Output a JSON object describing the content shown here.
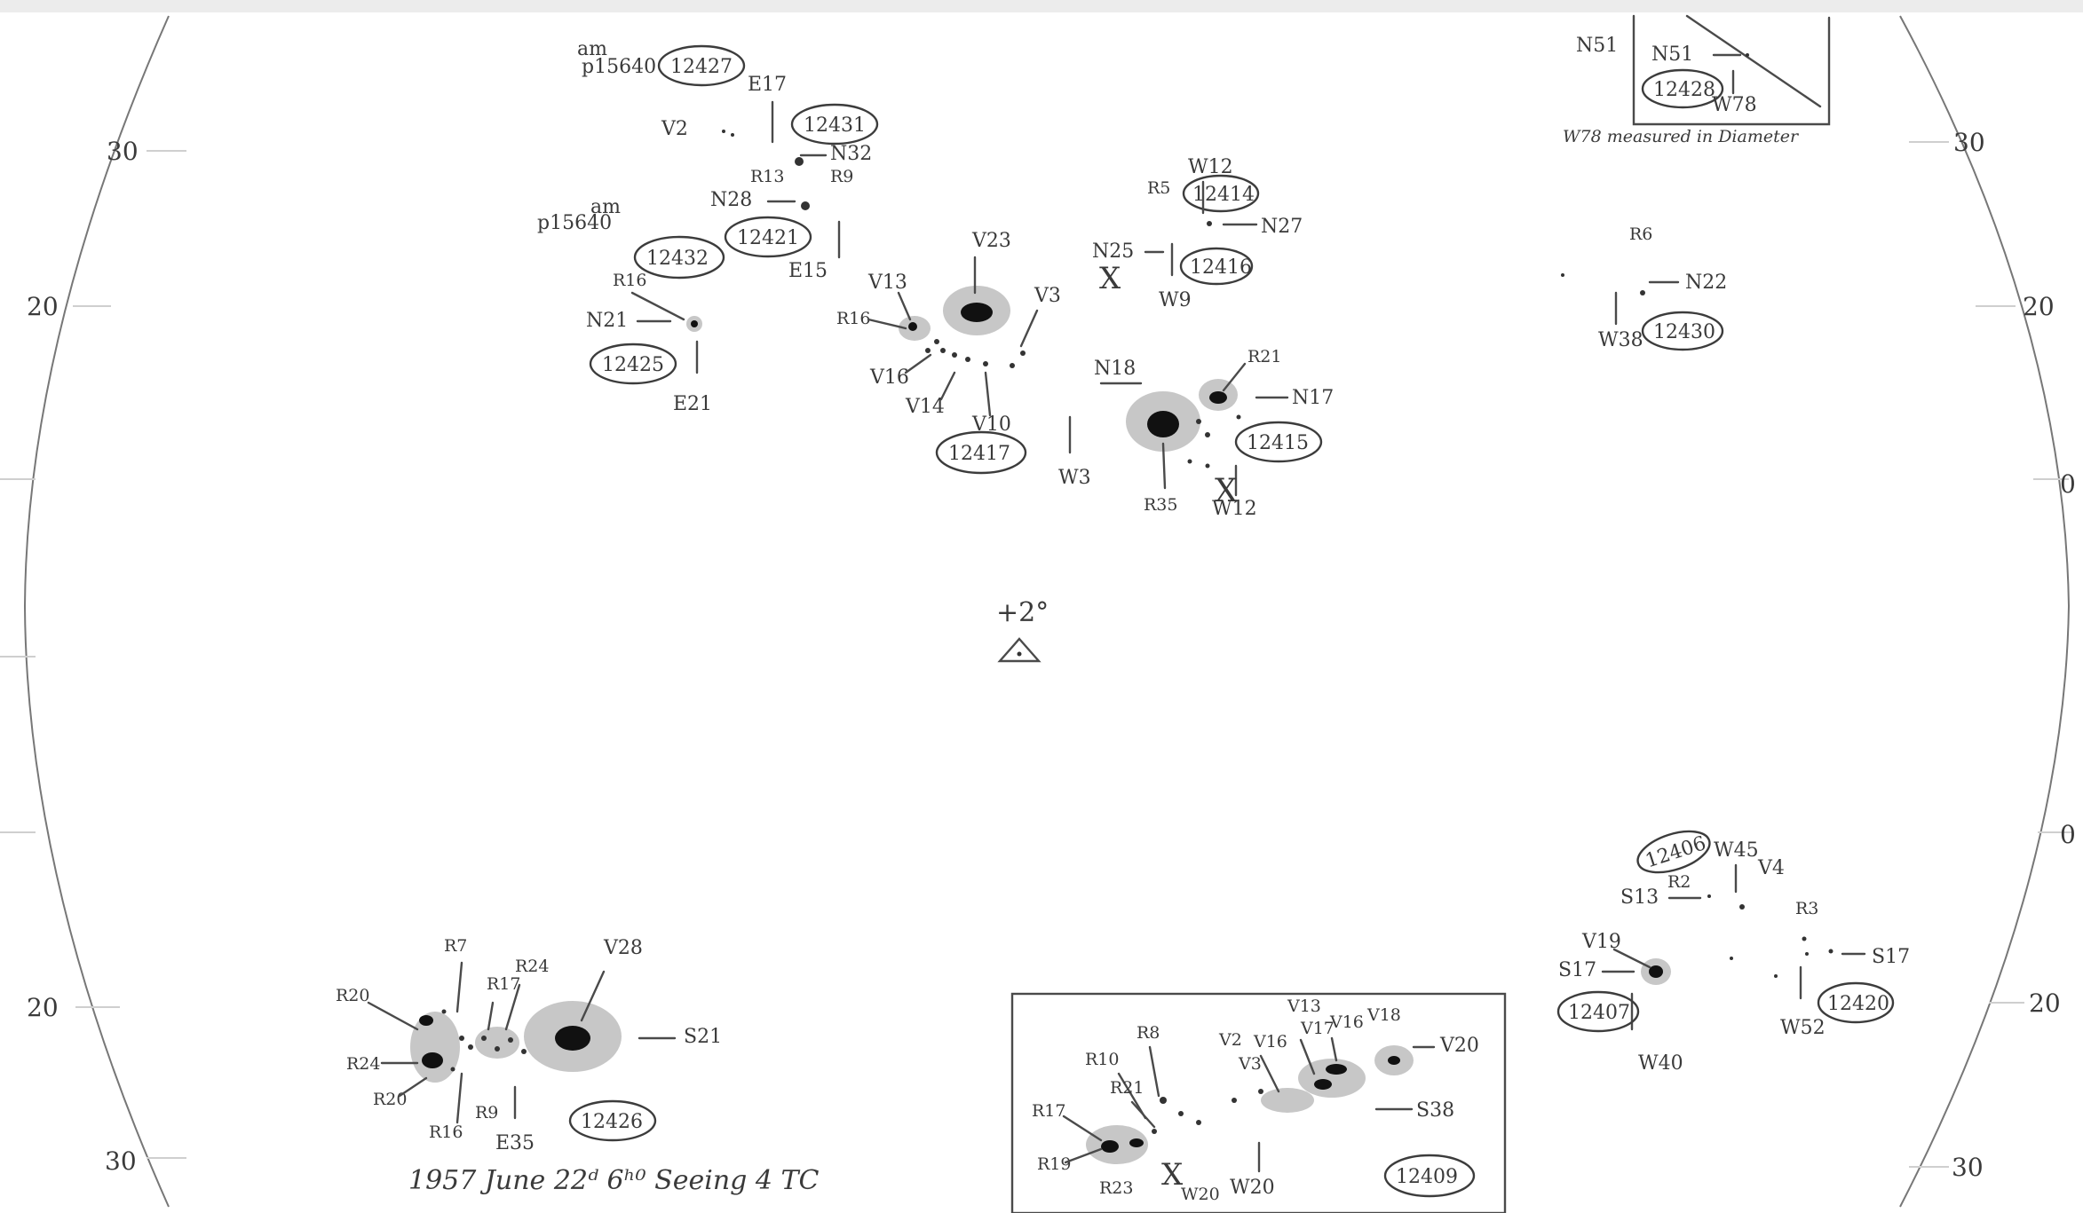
{
  "ticks": {
    "lat_30": "30",
    "lat_20": "20",
    "lat_0": "0"
  },
  "center_mark": "+2°",
  "caption": "1957 June 22ᵈ 6ʰ⁰ Seeing 4 TC",
  "groups": {
    "g12427": {
      "label": "12427",
      "dist": "E17",
      "note": "p15640",
      "extra": "am"
    },
    "g12431": {
      "label": "12431",
      "lat": "N32",
      "type": "V2",
      "ref": "R9"
    },
    "g12421": {
      "label": "12421",
      "lat": "N28",
      "dist": "E15",
      "ref": "R13"
    },
    "g12432": {
      "label": "12432",
      "note": "p15640",
      "extra": "am"
    },
    "g12425": {
      "label": "12425",
      "lat": "N21",
      "dist": "E21",
      "ref": "R16"
    },
    "g12414": {
      "label": "12414",
      "lat": "N27",
      "dist": "W12",
      "ref": "R5"
    },
    "g12416": {
      "label": "12416",
      "lat": "N25",
      "dist": "W9",
      "mark": "X"
    },
    "g12417": {
      "label": "12417",
      "dist": "W3",
      "types": [
        "V23",
        "V13",
        "V3",
        "V16",
        "V14",
        "V10"
      ],
      "ref": "R16"
    },
    "g12415": {
      "label": "12415",
      "lat": "N17",
      "dist": "W12",
      "lat2": "N18",
      "refs": [
        "R21",
        "R35"
      ],
      "mark": "X"
    },
    "g12428": {
      "label": "12428",
      "lat": "N51",
      "dist": "W78",
      "note": "W78 measured in Diameter"
    },
    "g12430": {
      "label": "12430",
      "lat": "N22",
      "dist": "W38",
      "ref": "R6"
    },
    "g12426": {
      "label": "12426",
      "lat": "S21",
      "dist": "E35",
      "types": [
        "V28"
      ],
      "refs": [
        "R7",
        "R24",
        "R17",
        "R20",
        "R24",
        "R20",
        "R16",
        "R9"
      ]
    },
    "g12409": {
      "label": "12409",
      "lat": "S38",
      "dist": "W20",
      "types": [
        "V20",
        "V18",
        "V16",
        "V17",
        "V13",
        "V16",
        "V3",
        "V2"
      ],
      "refs": [
        "R8",
        "R10",
        "R21",
        "R17",
        "R19",
        "R23"
      ],
      "mark": "X"
    },
    "g12406": {
      "label": "12406",
      "lat": "S13",
      "dist": "W45",
      "type": "V4",
      "ref": "R2"
    },
    "g12407": {
      "label": "12407",
      "lat": "S17",
      "dist": "W40",
      "type": "V19"
    },
    "g12420": {
      "label": "12420",
      "lat": "S17",
      "dist": "W52",
      "ref": "R3"
    }
  }
}
